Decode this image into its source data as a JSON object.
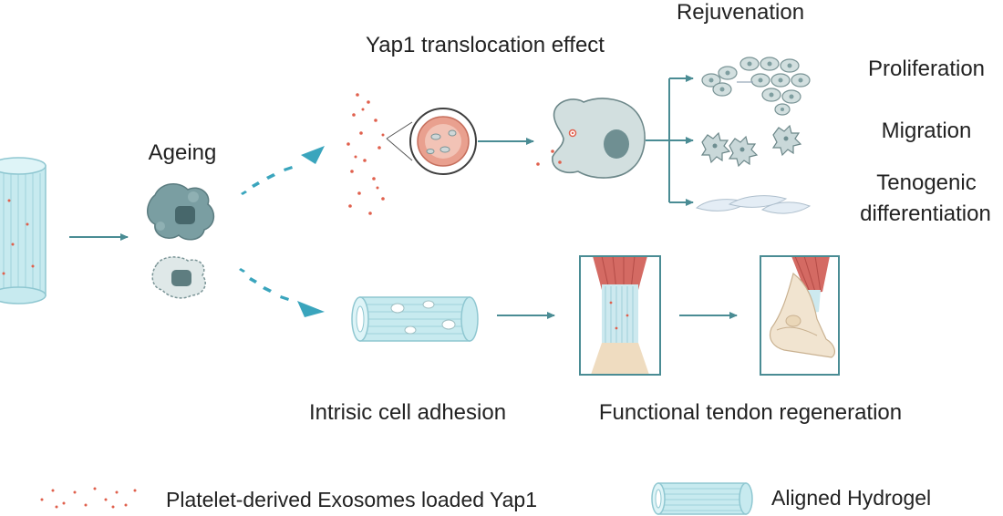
{
  "labels": {
    "rejuvenation": "Rejuvenation",
    "yap1_effect": "Yap1 translocation effect",
    "ageing": "Ageing",
    "proliferation": "Proliferation",
    "migration": "Migration",
    "tenogenic_1": "Tenogenic",
    "tenogenic_2": "differentiation",
    "adhesion": "Intrisic cell adhesion",
    "regeneration": "Functional tendon regeneration"
  },
  "legend": {
    "exosomes": "Platelet-derived Exosomes loaded Yap1",
    "hydrogel": "Aligned Hydrogel"
  },
  "colors": {
    "arrow": "#4a8c94",
    "hydrogel": "#bfe6ec",
    "hydrogel_stroke": "#8fc7d1",
    "exosome": "#e0604d",
    "cell": "#d2dfdf",
    "cell_stroke": "#7a9496",
    "nucleus": "#7f9ea0",
    "muscle": "#cf5b55",
    "dash": "#3aa5bd"
  }
}
